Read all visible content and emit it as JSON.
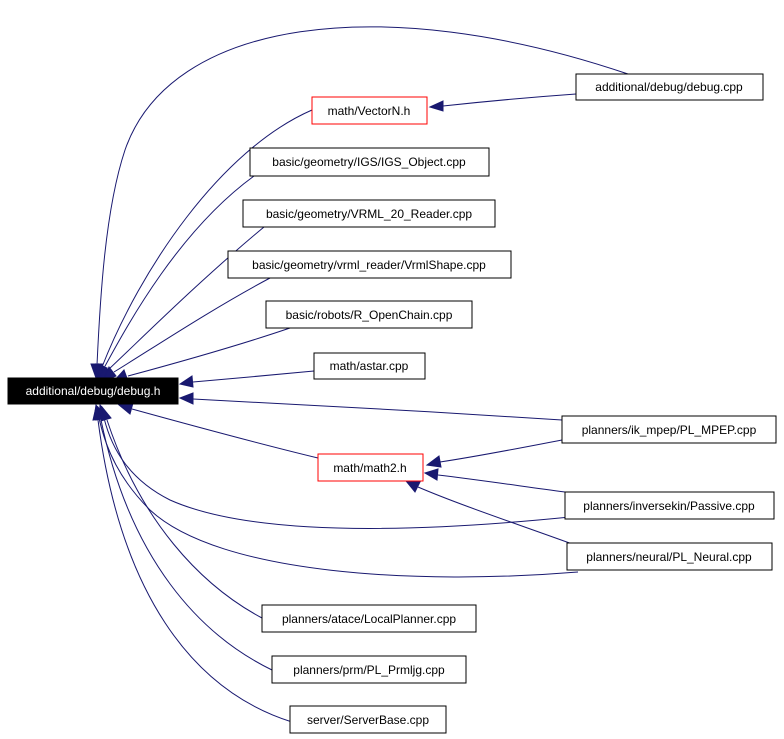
{
  "colors": {
    "edge": "#191970",
    "root_fill": "#000000",
    "highlight_border": "#ff0000"
  },
  "nodes": {
    "root": "additional/debug/debug.h",
    "debug_cpp": "additional/debug/debug.cpp",
    "vectorn_h": "math/VectorN.h",
    "igs_object": "basic/geometry/IGS/IGS_Object.cpp",
    "vrml_reader": "basic/geometry/VRML_20_Reader.cpp",
    "vrml_shape": "basic/geometry/vrml_reader/VrmlShape.cpp",
    "open_chain": "basic/robots/R_OpenChain.cpp",
    "astar": "math/astar.cpp",
    "pl_mpep": "planners/ik_mpep/PL_MPEP.cpp",
    "math2_h": "math/math2.h",
    "passive": "planners/inversekin/Passive.cpp",
    "pl_neural": "planners/neural/PL_Neural.cpp",
    "local_planner": "planners/atace/LocalPlanner.cpp",
    "pl_prmljg": "planners/prm/PL_Prmljg.cpp",
    "server_base": "server/ServerBase.cpp"
  }
}
